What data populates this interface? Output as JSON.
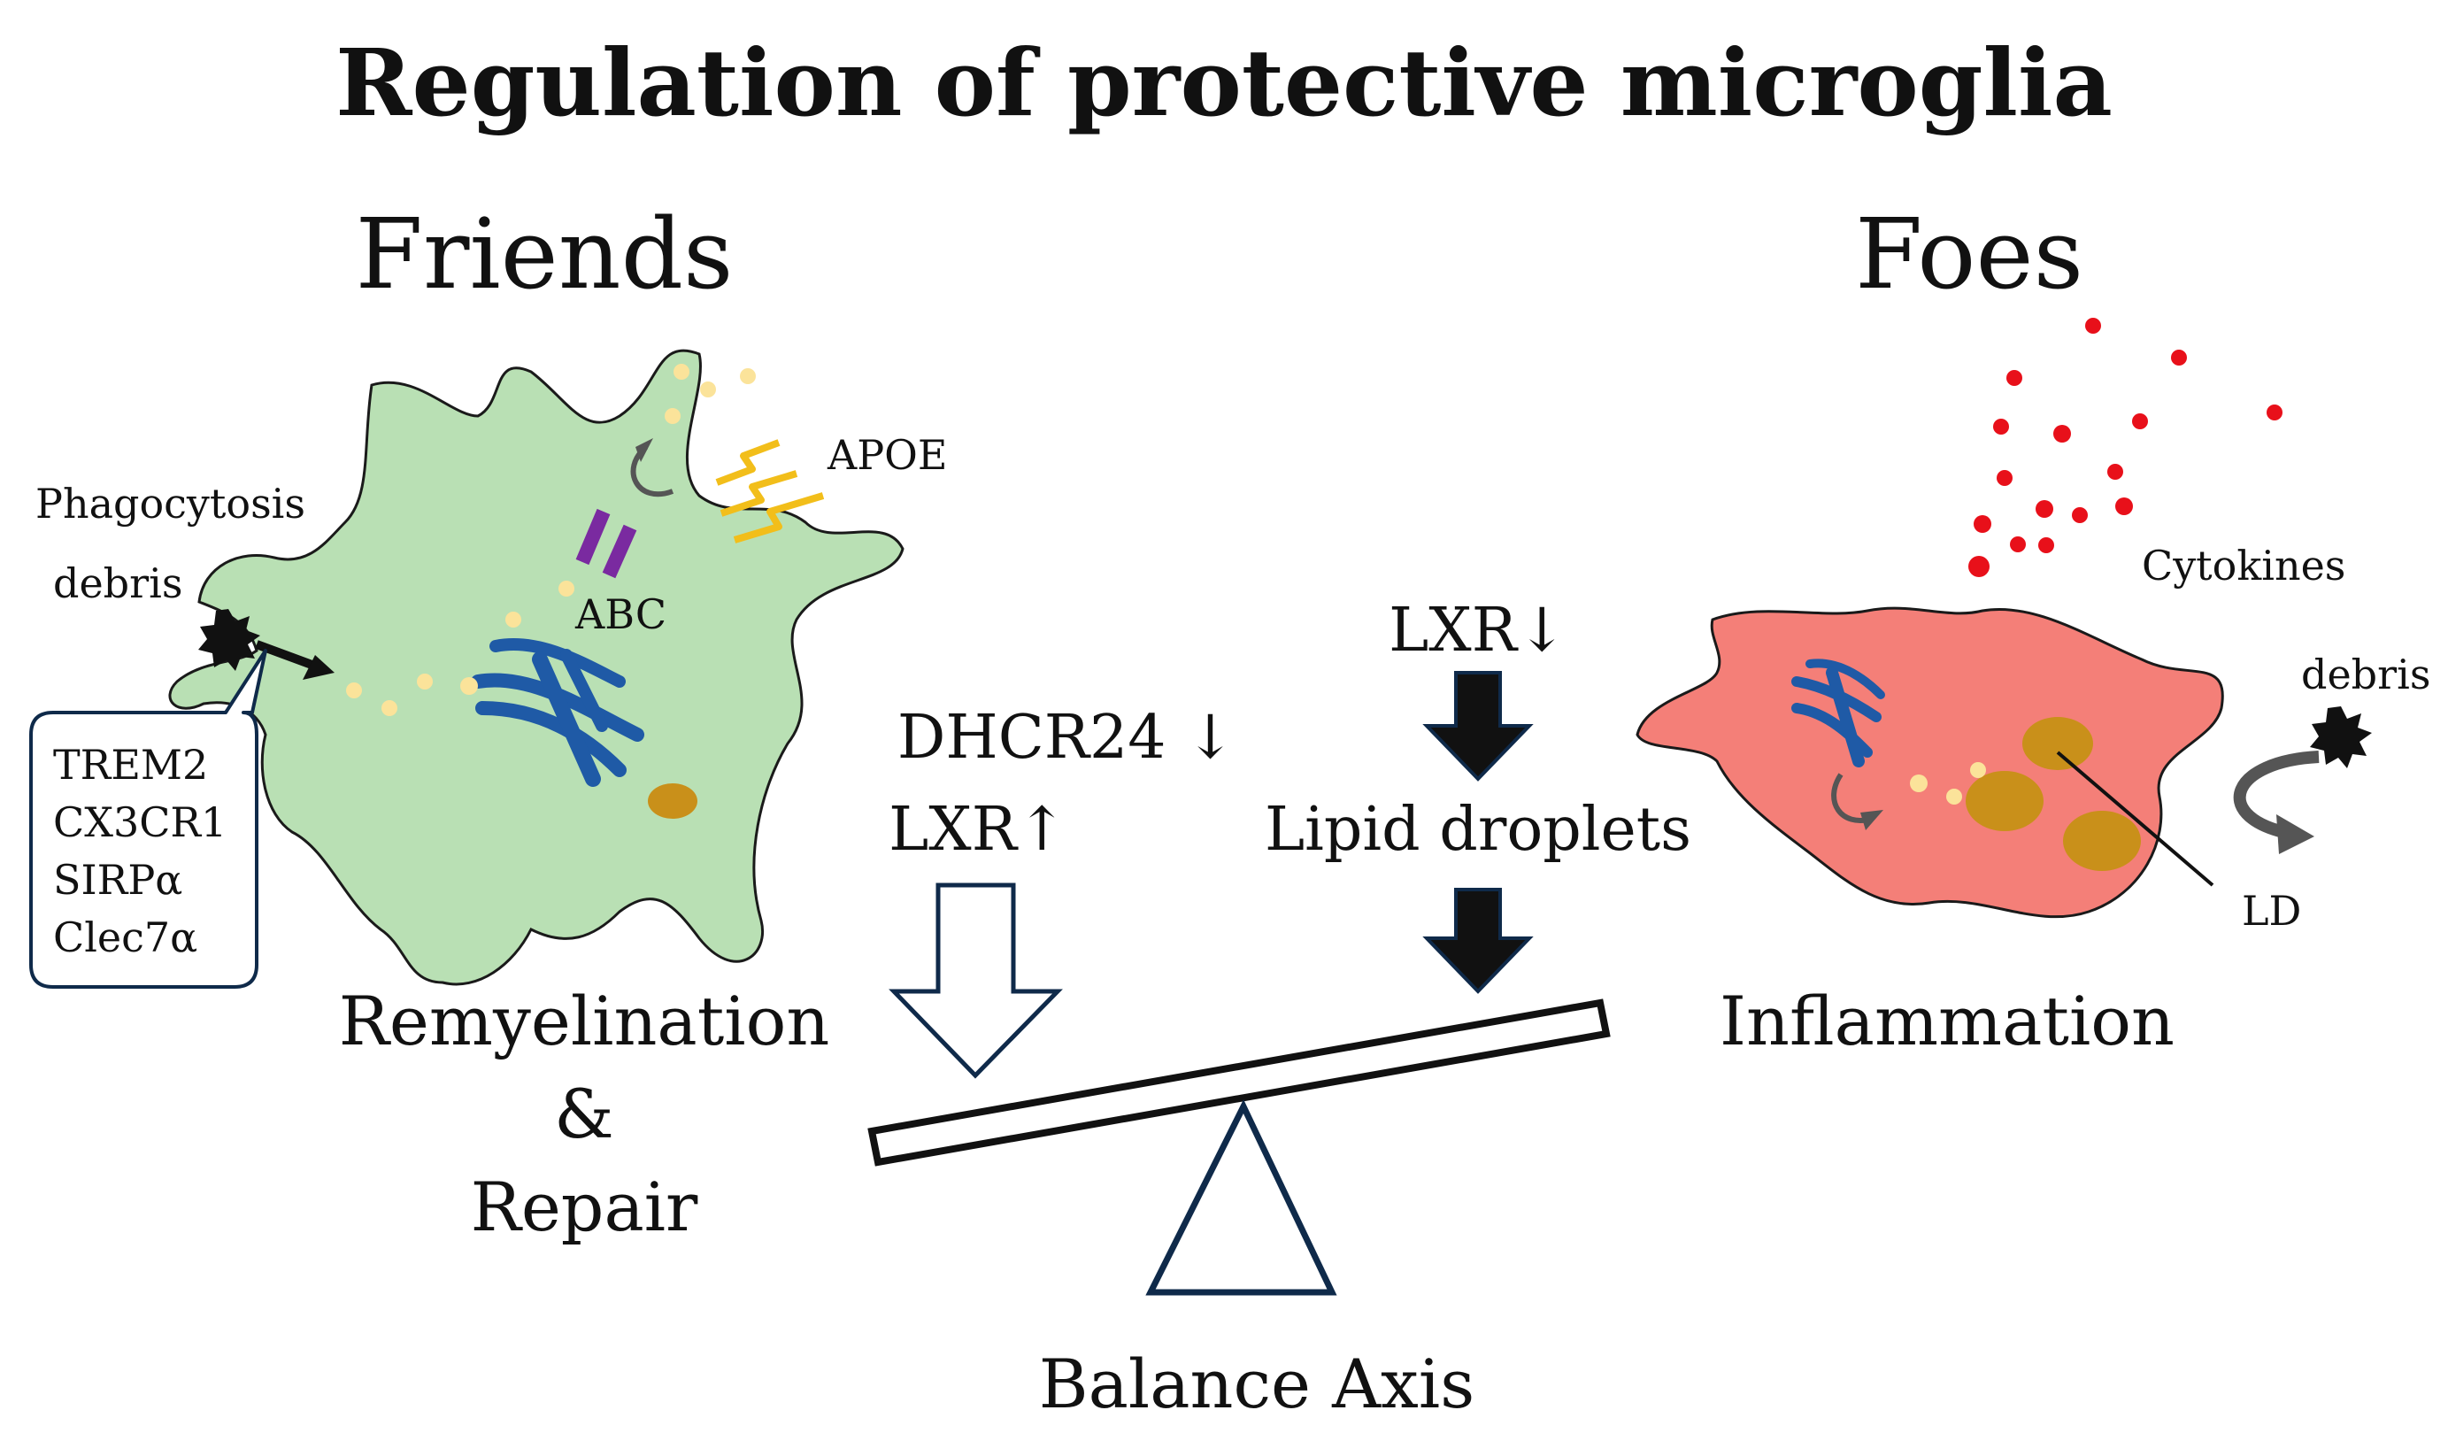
{
  "title": "Regulation of protective microglia",
  "friends": {
    "heading": "Friends",
    "phagocytosis_label": "Phagocytosis",
    "debris_label": "debris",
    "abc_label": "ABC",
    "apoe_label": "APOE",
    "receptors": [
      "TREM2",
      "CX3CR1",
      "SIRPα",
      "Clec7α"
    ],
    "outcome_line1": "Remyelination",
    "outcome_line2": "&",
    "outcome_line3": "Repair",
    "regulator_line1": "DHCR24 ↓",
    "regulator_line2": "LXR↑"
  },
  "foes": {
    "heading": "Foes",
    "cytokines_label": "Cytokines",
    "debris_label": "debris",
    "ld_label": "LD",
    "regulator": "LXR↓",
    "intermediate": "Lipid droplets",
    "outcome": "Inflammation"
  },
  "balance_label": "Balance Axis",
  "colors": {
    "friend_cell": "#b9e0b4",
    "foe_cell": "#f47f78",
    "nucleus": "#1f5aa6",
    "lipid_droplet": "#c9901a",
    "apoe": "#f2be1a",
    "abc_transporter": "#7a2aa0",
    "cytokine": "#e8101a",
    "lipid_dot": "#fbe39a",
    "arrow_dark": "#111111",
    "outline_navy": "#0f2a4a"
  }
}
